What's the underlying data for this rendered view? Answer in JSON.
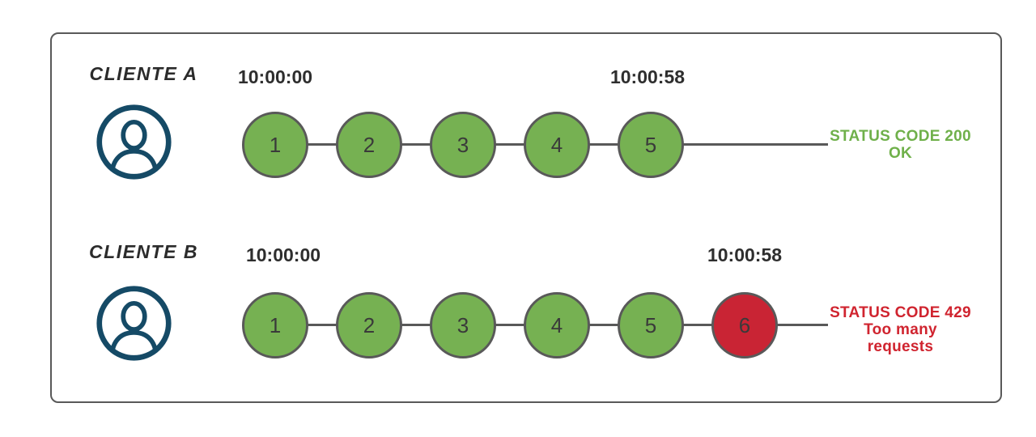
{
  "colors": {
    "success_green": "#76b152",
    "error_red": "#c92434",
    "line_gray": "#595959",
    "avatar_blue": "#154a66",
    "status_ok_text": "#6fb04a",
    "status_error_text": "#d0242f",
    "timestamp_text": "#2e2e2e",
    "circle_number_text": "#3a3a3a"
  },
  "rows": [
    {
      "client_label": "CLIENTE A",
      "avatar_icon": "user-avatar-icon",
      "start_time": "10:00:00",
      "end_time": "10:00:58",
      "requests": [
        {
          "n": "1",
          "state": "ok"
        },
        {
          "n": "2",
          "state": "ok"
        },
        {
          "n": "3",
          "state": "ok"
        },
        {
          "n": "4",
          "state": "ok"
        },
        {
          "n": "5",
          "state": "ok"
        }
      ],
      "status": {
        "line1": "STATUS CODE 200",
        "line2": "OK"
      }
    },
    {
      "client_label": "CLIENTE B",
      "avatar_icon": "user-avatar-icon",
      "start_time": "10:00:00",
      "end_time": "10:00:58",
      "requests": [
        {
          "n": "1",
          "state": "ok"
        },
        {
          "n": "2",
          "state": "ok"
        },
        {
          "n": "3",
          "state": "ok"
        },
        {
          "n": "4",
          "state": "ok"
        },
        {
          "n": "5",
          "state": "ok"
        },
        {
          "n": "6",
          "state": "blocked"
        }
      ],
      "status": {
        "line1": "STATUS CODE 429",
        "line2": "Too many requests"
      }
    }
  ]
}
